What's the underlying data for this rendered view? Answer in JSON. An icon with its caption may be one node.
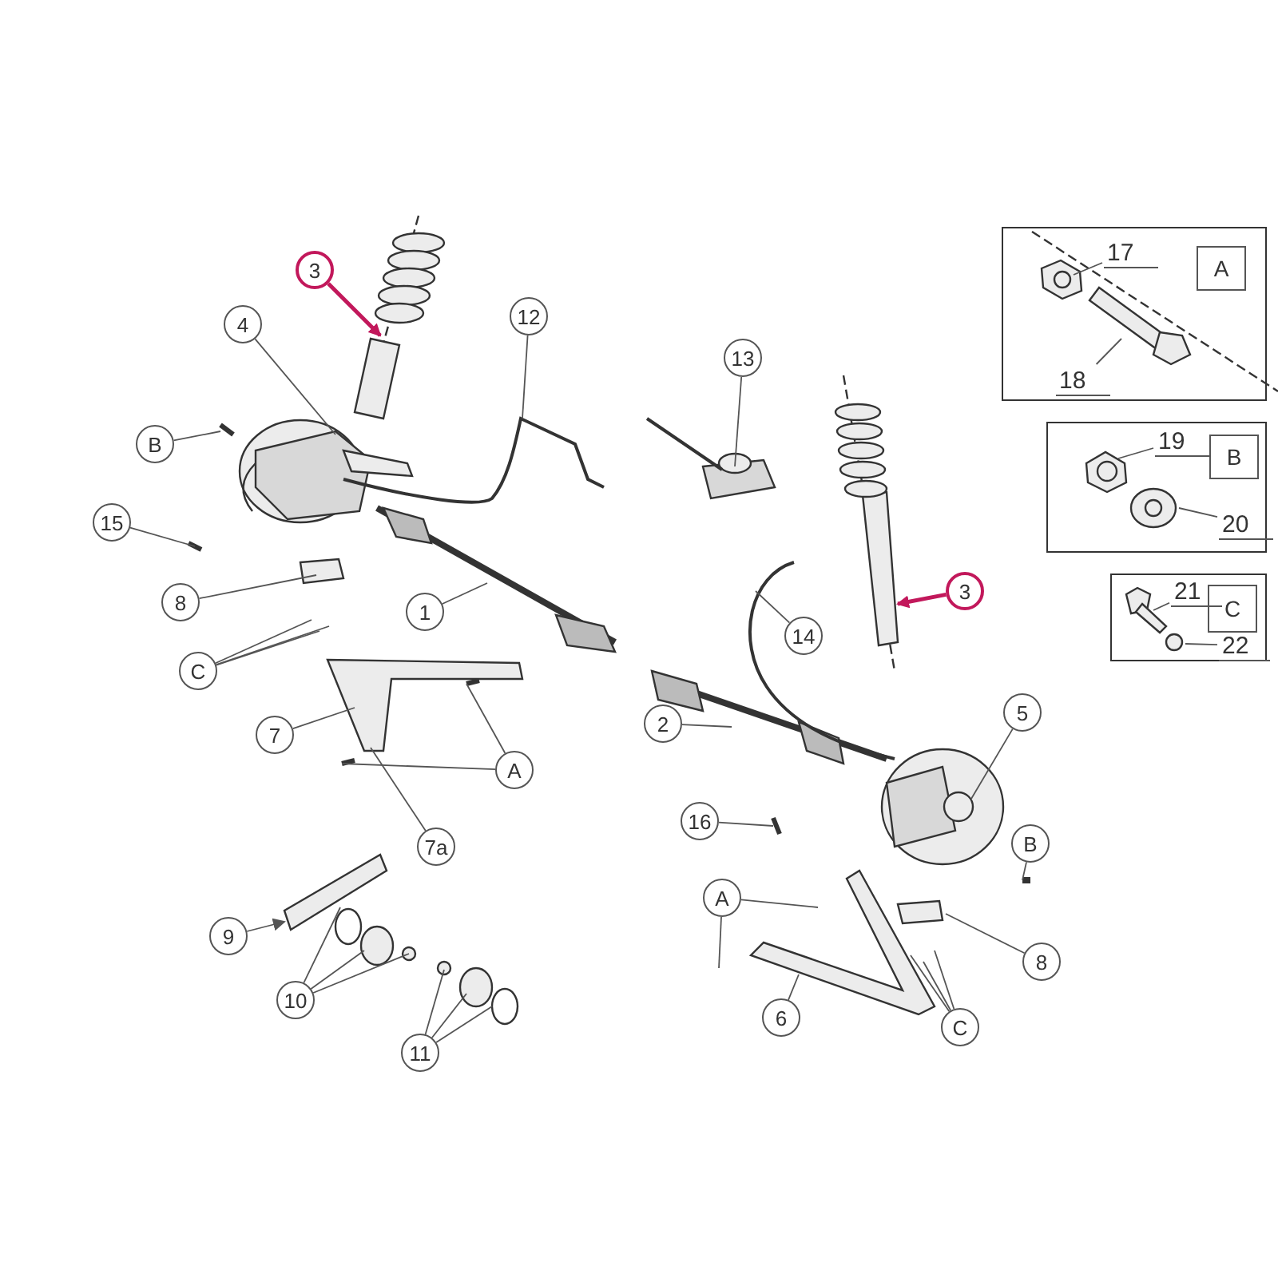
{
  "diagram": {
    "nodes": [
      {
        "text": [
          "3"
        ]
      },
      {
        "text": [
          "4"
        ]
      },
      {
        "text": [
          "12"
        ]
      },
      {
        "text": [
          "B"
        ]
      },
      {
        "text": [
          "15"
        ]
      },
      {
        "text": [
          "13"
        ]
      },
      {
        "text": [
          "8"
        ]
      },
      {
        "text": [
          "1"
        ]
      },
      {
        "text": [
          "3"
        ]
      },
      {
        "text": [
          "14"
        ]
      },
      {
        "text": [
          "C"
        ]
      },
      {
        "text": [
          "7"
        ]
      },
      {
        "text": [
          "A"
        ]
      },
      {
        "text": [
          "2"
        ]
      },
      {
        "text": [
          "5"
        ]
      },
      {
        "text": [
          "7a"
        ]
      },
      {
        "text": [
          "16"
        ]
      },
      {
        "text": [
          "B"
        ]
      },
      {
        "text": [
          "9"
        ]
      },
      {
        "text": [
          "A"
        ]
      },
      {
        "text": [
          "10"
        ]
      },
      {
        "text": [
          "6"
        ]
      },
      {
        "text": [
          "C"
        ]
      },
      {
        "text": [
          "11"
        ]
      },
      {
        "text": [
          "8"
        ]
      },
      {
        "text": [],
        "shape": "box"
      },
      {
        "text": [
          "A"
        ],
        "in": 25
      },
      {
        "text": [
          "17"
        ],
        "in": 25
      },
      {
        "text": [
          "18"
        ],
        "in": 25
      },
      {
        "text": [],
        "shape": "box"
      },
      {
        "text": [
          "B"
        ],
        "in": 29
      },
      {
        "text": [
          "19"
        ],
        "in": 29
      },
      {
        "text": [
          "20"
        ],
        "in": 29
      },
      {
        "text": [],
        "shape": "box"
      },
      {
        "text": [
          "C"
        ],
        "in": 33
      },
      {
        "text": [
          "21"
        ],
        "in": 33
      },
      {
        "text": [
          "22"
        ],
        "in": 33
      }
    ],
    "edges": [
      {
        "from": 0,
        "to": null,
        "arrow": "to",
        "style": "thick",
        "color": "#c2185b"
      },
      {
        "from": 1,
        "to": null,
        "arrow": "none"
      },
      {
        "from": 2,
        "to": null,
        "arrow": "none"
      },
      {
        "from": 3,
        "to": null,
        "arrow": "none"
      },
      {
        "from": 4,
        "to": null,
        "arrow": "none"
      },
      {
        "from": 5,
        "to": null,
        "arrow": "none"
      },
      {
        "from": 6,
        "to": null,
        "arrow": "none"
      },
      {
        "from": 7,
        "to": null,
        "arrow": "none"
      },
      {
        "from": 8,
        "to": null,
        "arrow": "to",
        "style": "thick",
        "color": "#c2185b"
      },
      {
        "from": 9,
        "to": null,
        "arrow": "none"
      },
      {
        "from": 10,
        "to": null,
        "arrow": "none"
      },
      {
        "from": 10,
        "to": null,
        "arrow": "none"
      },
      {
        "from": 10,
        "to": null,
        "arrow": "none"
      },
      {
        "from": 11,
        "to": null,
        "arrow": "none"
      },
      {
        "from": 12,
        "to": null,
        "arrow": "none"
      },
      {
        "from": 12,
        "to": null,
        "arrow": "none"
      },
      {
        "from": 13,
        "to": null,
        "arrow": "none"
      },
      {
        "from": 14,
        "to": null,
        "arrow": "none"
      },
      {
        "from": 15,
        "to": null,
        "arrow": "none"
      },
      {
        "from": 16,
        "to": null,
        "arrow": "none"
      },
      {
        "from": 17,
        "to": null,
        "arrow": "none"
      },
      {
        "from": 18,
        "to": null,
        "arrow": "to"
      },
      {
        "from": 19,
        "to": null,
        "arrow": "none"
      },
      {
        "from": 19,
        "to": null,
        "arrow": "none"
      },
      {
        "from": 20,
        "to": null,
        "arrow": "none"
      },
      {
        "from": 20,
        "to": null,
        "arrow": "none"
      },
      {
        "from": 20,
        "to": null,
        "arrow": "none"
      },
      {
        "from": 21,
        "to": null,
        "arrow": "none"
      },
      {
        "from": 22,
        "to": null,
        "arrow": "none"
      },
      {
        "from": 22,
        "to": null,
        "arrow": "none"
      },
      {
        "from": 22,
        "to": null,
        "arrow": "none"
      },
      {
        "from": 23,
        "to": null,
        "arrow": "none"
      },
      {
        "from": 23,
        "to": null,
        "arrow": "none"
      },
      {
        "from": 23,
        "to": null,
        "arrow": "none"
      },
      {
        "from": 24,
        "to": null,
        "arrow": "none"
      },
      {
        "from": 27,
        "to": null,
        "arrow": "none"
      },
      {
        "from": 28,
        "to": null,
        "arrow": "none"
      },
      {
        "from": 31,
        "to": null,
        "arrow": "none"
      },
      {
        "from": 32,
        "to": null,
        "arrow": "none"
      },
      {
        "from": 35,
        "to": null,
        "arrow": "none"
      },
      {
        "from": 36,
        "to": null,
        "arrow": "none"
      }
    ]
  }
}
